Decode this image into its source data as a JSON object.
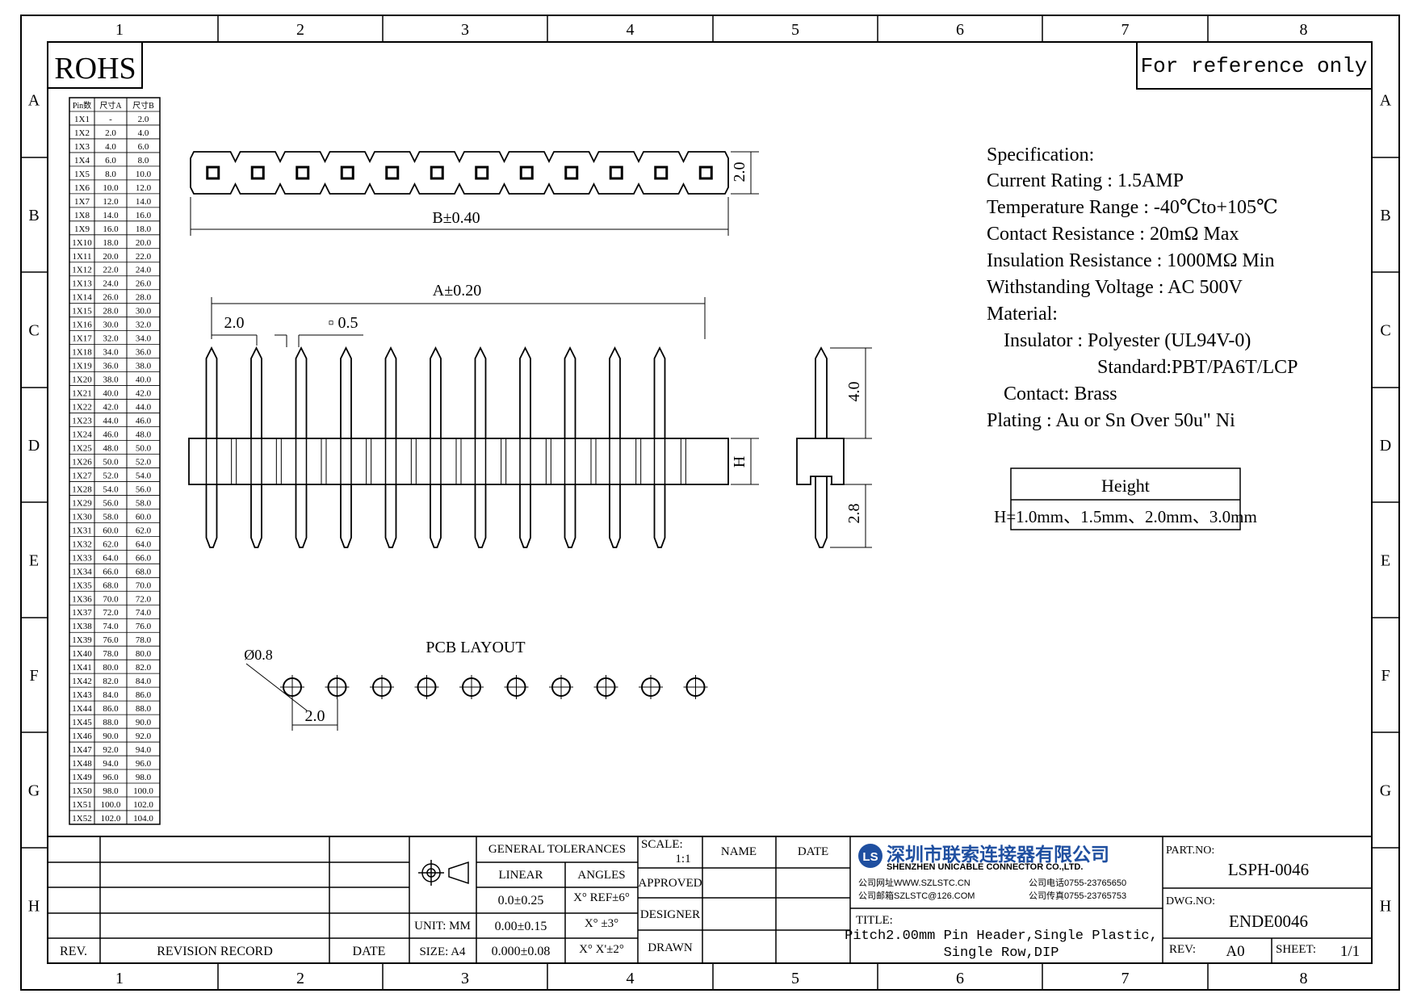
{
  "frame": {
    "columns": [
      "1",
      "2",
      "3",
      "4",
      "5",
      "6",
      "7",
      "8"
    ],
    "rows": [
      "A",
      "B",
      "C",
      "D",
      "E",
      "F",
      "G",
      "H"
    ]
  },
  "rohs_label": "ROHS",
  "reference_note": "For reference only",
  "pin_table": {
    "headers": [
      "Pin数",
      "尺寸A",
      "尺寸B"
    ],
    "rows": [
      [
        "1X1",
        "-",
        "2.0"
      ],
      [
        "1X2",
        "2.0",
        "4.0"
      ],
      [
        "1X3",
        "4.0",
        "6.0"
      ],
      [
        "1X4",
        "6.0",
        "8.0"
      ],
      [
        "1X5",
        "8.0",
        "10.0"
      ],
      [
        "1X6",
        "10.0",
        "12.0"
      ],
      [
        "1X7",
        "12.0",
        "14.0"
      ],
      [
        "1X8",
        "14.0",
        "16.0"
      ],
      [
        "1X9",
        "16.0",
        "18.0"
      ],
      [
        "1X10",
        "18.0",
        "20.0"
      ],
      [
        "1X11",
        "20.0",
        "22.0"
      ],
      [
        "1X12",
        "22.0",
        "24.0"
      ],
      [
        "1X13",
        "24.0",
        "26.0"
      ],
      [
        "1X14",
        "26.0",
        "28.0"
      ],
      [
        "1X15",
        "28.0",
        "30.0"
      ],
      [
        "1X16",
        "30.0",
        "32.0"
      ],
      [
        "1X17",
        "32.0",
        "34.0"
      ],
      [
        "1X18",
        "34.0",
        "36.0"
      ],
      [
        "1X19",
        "36.0",
        "38.0"
      ],
      [
        "1X20",
        "38.0",
        "40.0"
      ],
      [
        "1X21",
        "40.0",
        "42.0"
      ],
      [
        "1X22",
        "42.0",
        "44.0"
      ],
      [
        "1X23",
        "44.0",
        "46.0"
      ],
      [
        "1X24",
        "46.0",
        "48.0"
      ],
      [
        "1X25",
        "48.0",
        "50.0"
      ],
      [
        "1X26",
        "50.0",
        "52.0"
      ],
      [
        "1X27",
        "52.0",
        "54.0"
      ],
      [
        "1X28",
        "54.0",
        "56.0"
      ],
      [
        "1X29",
        "56.0",
        "58.0"
      ],
      [
        "1X30",
        "58.0",
        "60.0"
      ],
      [
        "1X31",
        "60.0",
        "62.0"
      ],
      [
        "1X32",
        "62.0",
        "64.0"
      ],
      [
        "1X33",
        "64.0",
        "66.0"
      ],
      [
        "1X34",
        "66.0",
        "68.0"
      ],
      [
        "1X35",
        "68.0",
        "70.0"
      ],
      [
        "1X36",
        "70.0",
        "72.0"
      ],
      [
        "1X37",
        "72.0",
        "74.0"
      ],
      [
        "1X38",
        "74.0",
        "76.0"
      ],
      [
        "1X39",
        "76.0",
        "78.0"
      ],
      [
        "1X40",
        "78.0",
        "80.0"
      ],
      [
        "1X41",
        "80.0",
        "82.0"
      ],
      [
        "1X42",
        "82.0",
        "84.0"
      ],
      [
        "1X43",
        "84.0",
        "86.0"
      ],
      [
        "1X44",
        "86.0",
        "88.0"
      ],
      [
        "1X45",
        "88.0",
        "90.0"
      ],
      [
        "1X46",
        "90.0",
        "92.0"
      ],
      [
        "1X47",
        "92.0",
        "94.0"
      ],
      [
        "1X48",
        "94.0",
        "96.0"
      ],
      [
        "1X49",
        "96.0",
        "98.0"
      ],
      [
        "1X50",
        "98.0",
        "100.0"
      ],
      [
        "1X51",
        "100.0",
        "102.0"
      ],
      [
        "1X52",
        "102.0",
        "104.0"
      ]
    ]
  },
  "dims": {
    "height_top": "2.0",
    "b_dim": "B±0.40",
    "a_dim": "A±0.20",
    "pitch": "2.0",
    "pin_square": "▫ 0.5",
    "h_label": "H",
    "side_top": "4.0",
    "side_bottom": "2.8",
    "pcb_title": "PCB LAYOUT",
    "hole_dia": "Ø0.8",
    "pcb_pitch": "2.0"
  },
  "spec": {
    "lines": [
      "Specification:",
      "Current Rating : 1.5AMP",
      "Temperature Range : -40℃to+105℃",
      "Contact Resistance : 20mΩ Max",
      "Insulation Resistance : 1000MΩ Min",
      "Withstanding Voltage : AC 500V",
      "Material:",
      "Insulator : Polyester (UL94V-0)",
      "Standard:PBT/PA6T/LCP",
      "Contact: Brass",
      "Plating : Au or Sn Over 50u\" Ni"
    ]
  },
  "height_box": {
    "title": "Height",
    "value": "H=1.0mm、1.5mm、2.0mm、3.0mm"
  },
  "title_block": {
    "rev_label": "REV.",
    "revision_record": "REVISION RECORD",
    "date_label": "DATE",
    "unit": "UNIT: MM",
    "size": "SIZE: A4",
    "general_tolerances": "GENERAL TOLERANCES",
    "linear": "LINEAR",
    "angles": "ANGLES",
    "tol_lin": [
      "0.0±0.25",
      "0.00±0.15",
      "0.000±0.08"
    ],
    "tol_ang": [
      "X° REF±6°",
      "X° ±3°",
      "X° X'±2°"
    ],
    "scale_label": "SCALE:",
    "scale_value": "1:1",
    "approved": "APPROVED",
    "designer": "DESIGNER",
    "drawn": "DRAWN",
    "name": "NAME",
    "date": "DATE",
    "company_cn": "深圳市联索连接器有限公司",
    "company_en": "SHENZHEN UNICABLE CONNECTOR CO.,LTD.",
    "web": "公司网址WWW.SZLSTC.CN",
    "mail": "公司邮箱SZLSTC@126.COM",
    "tel": "公司电话0755-23765650",
    "fax": "公司传真0755-23765753",
    "title_label": "TITLE:",
    "title_line1": "Pitch2.00mm Pin Header,Single Plastic,",
    "title_line2": "Single Row,DIP",
    "part_no_label": "PART.NO:",
    "part_no": "LSPH-0046",
    "dwg_no_label": "DWG.NO:",
    "dwg_no": "ENDE0046",
    "rev_value_label": "REV:",
    "rev_value": "A0",
    "sheet_label": "SHEET:",
    "sheet_value": "1/1"
  },
  "colors": {
    "line": "#000000",
    "logo": "#1f4fa0"
  }
}
